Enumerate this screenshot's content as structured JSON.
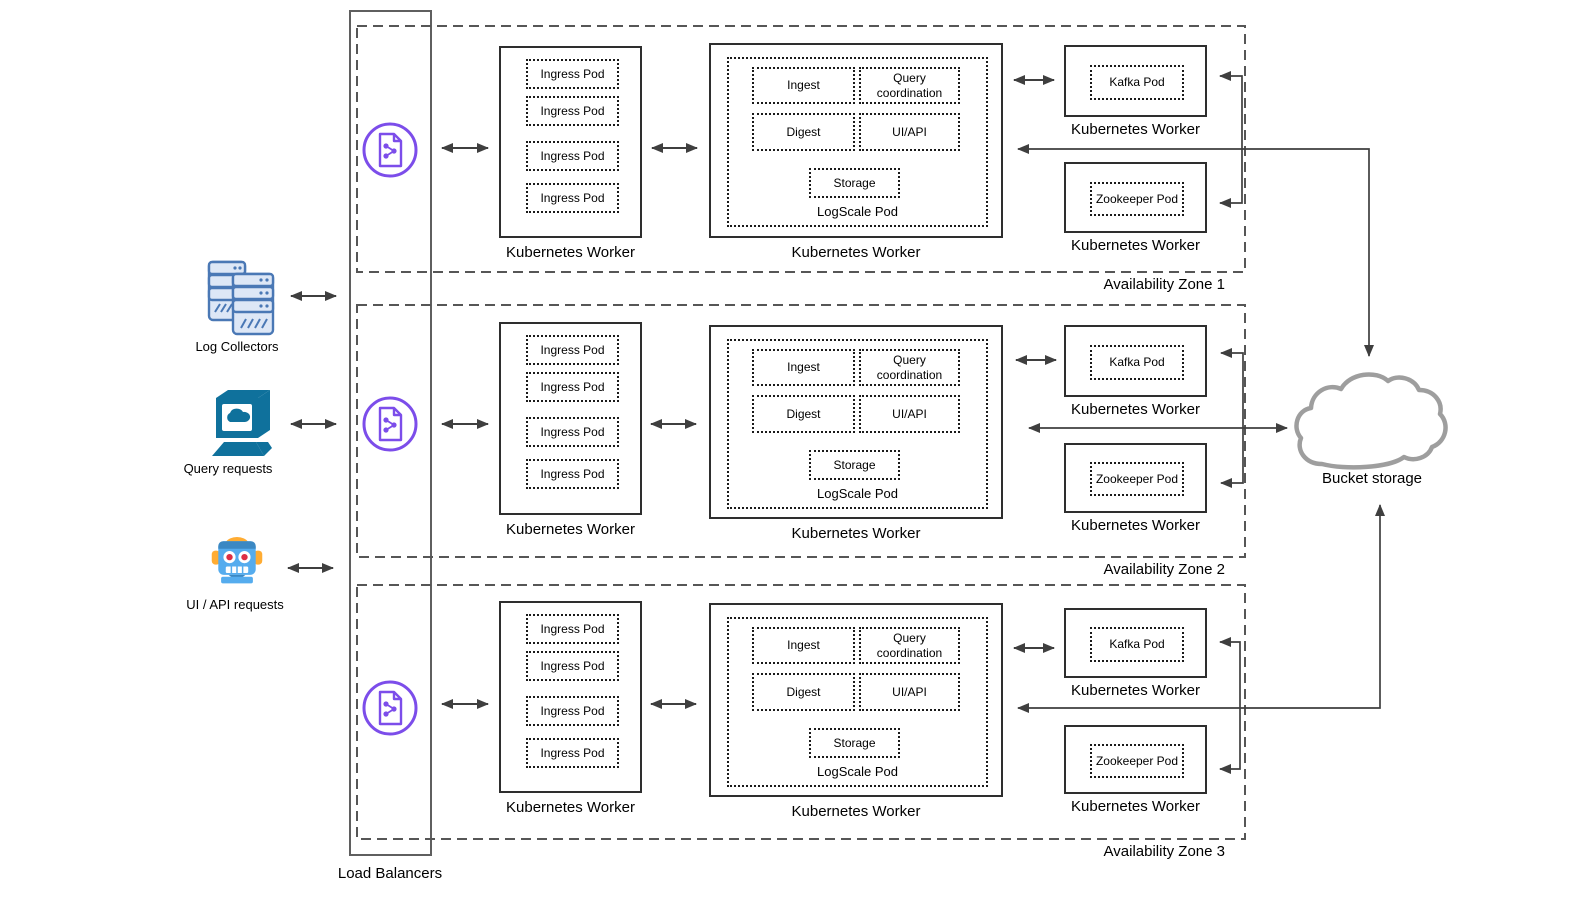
{
  "colors": {
    "load_balancer_purple": "#7C4DEA",
    "source_server_blue": "#4A78B5",
    "source_server_fill": "#DDE7F6",
    "monitor_teal": "#0F719C",
    "robot_blue": "#55ACEE",
    "robot_orange": "#FFAC33",
    "robot_eye_red": "#DD2E44",
    "cloud_border_gray": "#9E9E9E",
    "box_border_dark": "#2E2E2E",
    "arrow_gray": "#3F3F3F"
  },
  "sources": [
    {
      "label": "Log Collectors"
    },
    {
      "label": "Query requests"
    },
    {
      "label": "UI / API requests"
    }
  ],
  "load_balancers": {
    "label": "Load Balancers"
  },
  "bucket_storage": {
    "label": "Bucket storage"
  },
  "zones": [
    {
      "label": "Availability Zone 1",
      "ingress_worker": {
        "label": "Kubernetes Worker",
        "pods": [
          "Ingress Pod",
          "Ingress Pod",
          "Ingress Pod",
          "Ingress Pod"
        ]
      },
      "logscale_worker": {
        "label": "Kubernetes Worker",
        "pod_label": "LogScale Pod",
        "modules": {
          "ingest": "Ingest",
          "query": "Query coordination",
          "digest": "Digest",
          "uiapi": "UI/API",
          "storage": "Storage"
        }
      },
      "kafka_worker": {
        "label": "Kubernetes Worker",
        "pod": "Kafka Pod"
      },
      "zookeeper_worker": {
        "label": "Kubernetes Worker",
        "pod": "Zookeeper Pod"
      }
    },
    {
      "label": "Availability Zone 2",
      "ingress_worker": {
        "label": "Kubernetes Worker",
        "pods": [
          "Ingress Pod",
          "Ingress Pod",
          "Ingress Pod",
          "Ingress Pod"
        ]
      },
      "logscale_worker": {
        "label": "Kubernetes Worker",
        "pod_label": "LogScale Pod",
        "modules": {
          "ingest": "Ingest",
          "query": "Query coordination",
          "digest": "Digest",
          "uiapi": "UI/API",
          "storage": "Storage"
        }
      },
      "kafka_worker": {
        "label": "Kubernetes Worker",
        "pod": "Kafka Pod"
      },
      "zookeeper_worker": {
        "label": "Kubernetes Worker",
        "pod": "Zookeeper Pod"
      }
    },
    {
      "label": "Availability Zone 3",
      "ingress_worker": {
        "label": "Kubernetes Worker",
        "pods": [
          "Ingress Pod",
          "Ingress Pod",
          "Ingress Pod",
          "Ingress Pod"
        ]
      },
      "logscale_worker": {
        "label": "Kubernetes Worker",
        "pod_label": "LogScale Pod",
        "modules": {
          "ingest": "Ingest",
          "query": "Query coordination",
          "digest": "Digest",
          "uiapi": "UI/API",
          "storage": "Storage"
        }
      },
      "kafka_worker": {
        "label": "Kubernetes Worker",
        "pod": "Kafka Pod"
      },
      "zookeeper_worker": {
        "label": "Kubernetes Worker",
        "pod": "Zookeeper Pod"
      }
    }
  ]
}
